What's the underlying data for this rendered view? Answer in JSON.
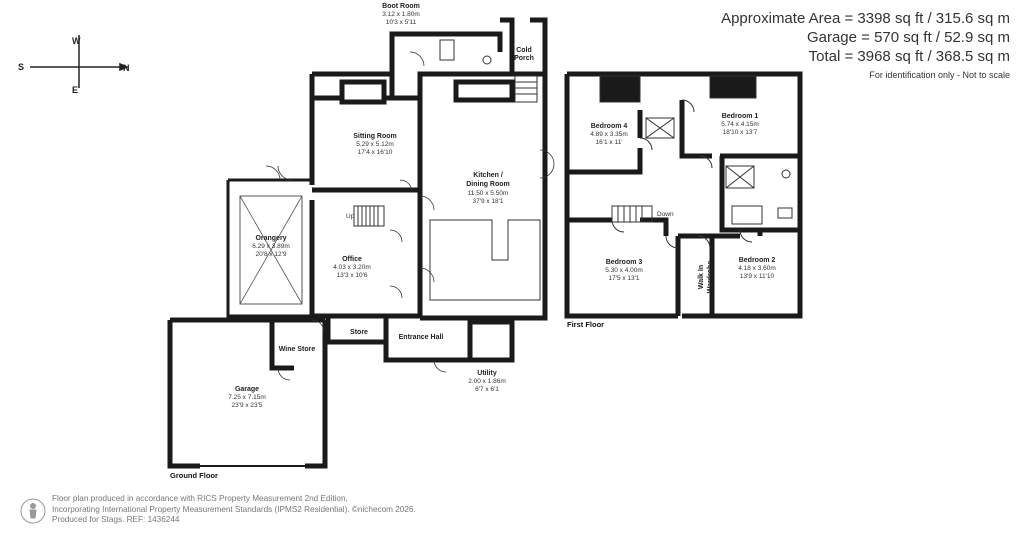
{
  "areas": {
    "approximate": "Approximate Area = 3398 sq ft / 315.6 sq m",
    "garage": "Garage = 570 sq ft / 52.9 sq m",
    "total": "Total = 3968 sq ft / 368.5 sq m",
    "note": "For identification only - Not to scale"
  },
  "compass": {
    "w": "W",
    "s": "S",
    "n": "N",
    "e": "E"
  },
  "floors": {
    "ground": "Ground Floor",
    "first": "First Floor"
  },
  "rooms": {
    "boot_room": {
      "name": "Boot Room",
      "dim_m": "3.12 x 1.80m",
      "dim_ft": "10'3 x 5'11"
    },
    "cold_porch": {
      "name1": "Cold",
      "name2": "Porch"
    },
    "sitting_room": {
      "name": "Sitting Room",
      "dim_m": "5.29 x 5.12m",
      "dim_ft": "17'4 x 16'10"
    },
    "kitchen": {
      "name1": "Kitchen /",
      "name2": "Dining Room",
      "dim_m": "11.50 x 5.50m",
      "dim_ft": "37'9 x 18'1"
    },
    "orangery": {
      "name": "Orangery",
      "dim_m": "6.29 x 3.89m",
      "dim_ft": "20'8 x 12'9"
    },
    "office": {
      "name": "Office",
      "dim_m": "4.03 x 3.20m",
      "dim_ft": "13'3 x 10'6"
    },
    "store": {
      "name": "Store"
    },
    "entrance_hall": {
      "name": "Entrance Hall"
    },
    "utility": {
      "name": "Utility",
      "dim_m": "2.00 x 1.86m",
      "dim_ft": "6'7 x 6'1"
    },
    "wine_store": {
      "name": "Wine Store"
    },
    "garage": {
      "name": "Garage",
      "dim_m": "7.25 x 7.15m",
      "dim_ft": "23'9 x 23'5"
    },
    "bedroom4": {
      "name": "Bedroom 4",
      "dim_m": "4.89 x 3.35m",
      "dim_ft": "16'1 x 11'"
    },
    "bedroom1": {
      "name": "Bedroom 1",
      "dim_m": "5.74 x 4.15m",
      "dim_ft": "18'10 x 13'7"
    },
    "bedroom3": {
      "name": "Bedroom 3",
      "dim_m": "5.30 x 4.00m",
      "dim_ft": "17'5 x 13'1"
    },
    "bedroom2": {
      "name": "Bedroom 2",
      "dim_m": "4.18 x 3.60m",
      "dim_ft": "13'9 x 11'10"
    },
    "walk_in": {
      "name1": "Walk In",
      "name2": "Wardrobe"
    }
  },
  "stair_labels": {
    "up": "Up",
    "down": "Down"
  },
  "footer": {
    "line1": "Floor plan produced in accordance with RICS Property Measurement 2nd Edition,",
    "line2": "Incorporating International Property Measurement Standards (IPMS2 Residential).  ©nichecom 2026.",
    "line3": "Produced for Stags.   REF: 1436244"
  },
  "colors": {
    "wall": "#1a1a1a",
    "line": "#333333",
    "text_grey": "#777777"
  }
}
